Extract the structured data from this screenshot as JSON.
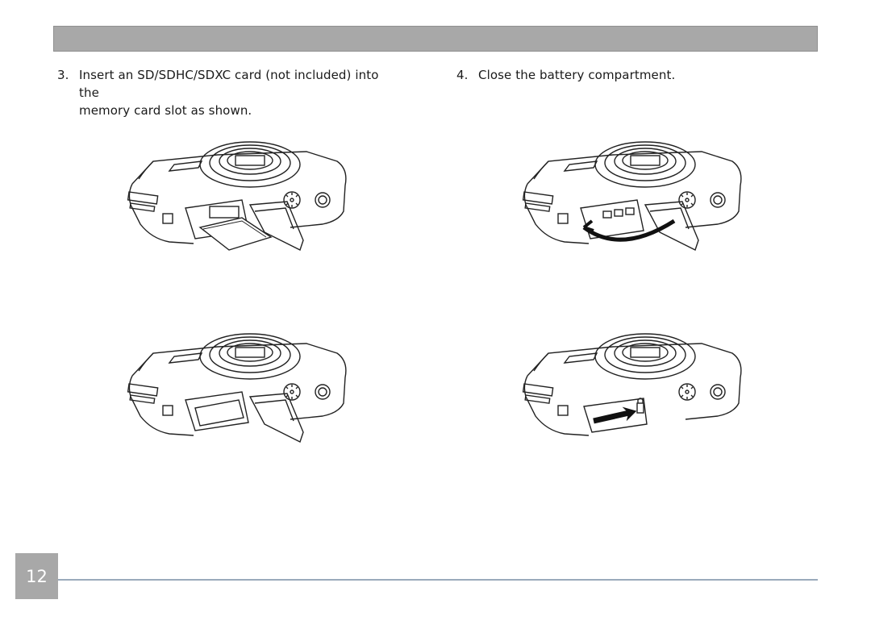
{
  "steps": [
    {
      "number": "3.",
      "lines": [
        "Insert an SD/SDHC/SDXC card (not included) into the",
        "memory card slot as shown."
      ]
    },
    {
      "number": "4.",
      "lines": [
        "Close the battery compartment."
      ]
    }
  ],
  "footer": {
    "page_number": "12"
  },
  "illustrations": [
    {
      "icon": "camera-card-inserting-icon"
    },
    {
      "icon": "camera-closing-door-icon"
    },
    {
      "icon": "camera-card-inserted-icon"
    },
    {
      "icon": "camera-door-locked-icon"
    }
  ],
  "colors": {
    "header_bar": "#a8a8a8",
    "page_box": "#a8a8a8",
    "footer_line": "#9aaabb"
  }
}
